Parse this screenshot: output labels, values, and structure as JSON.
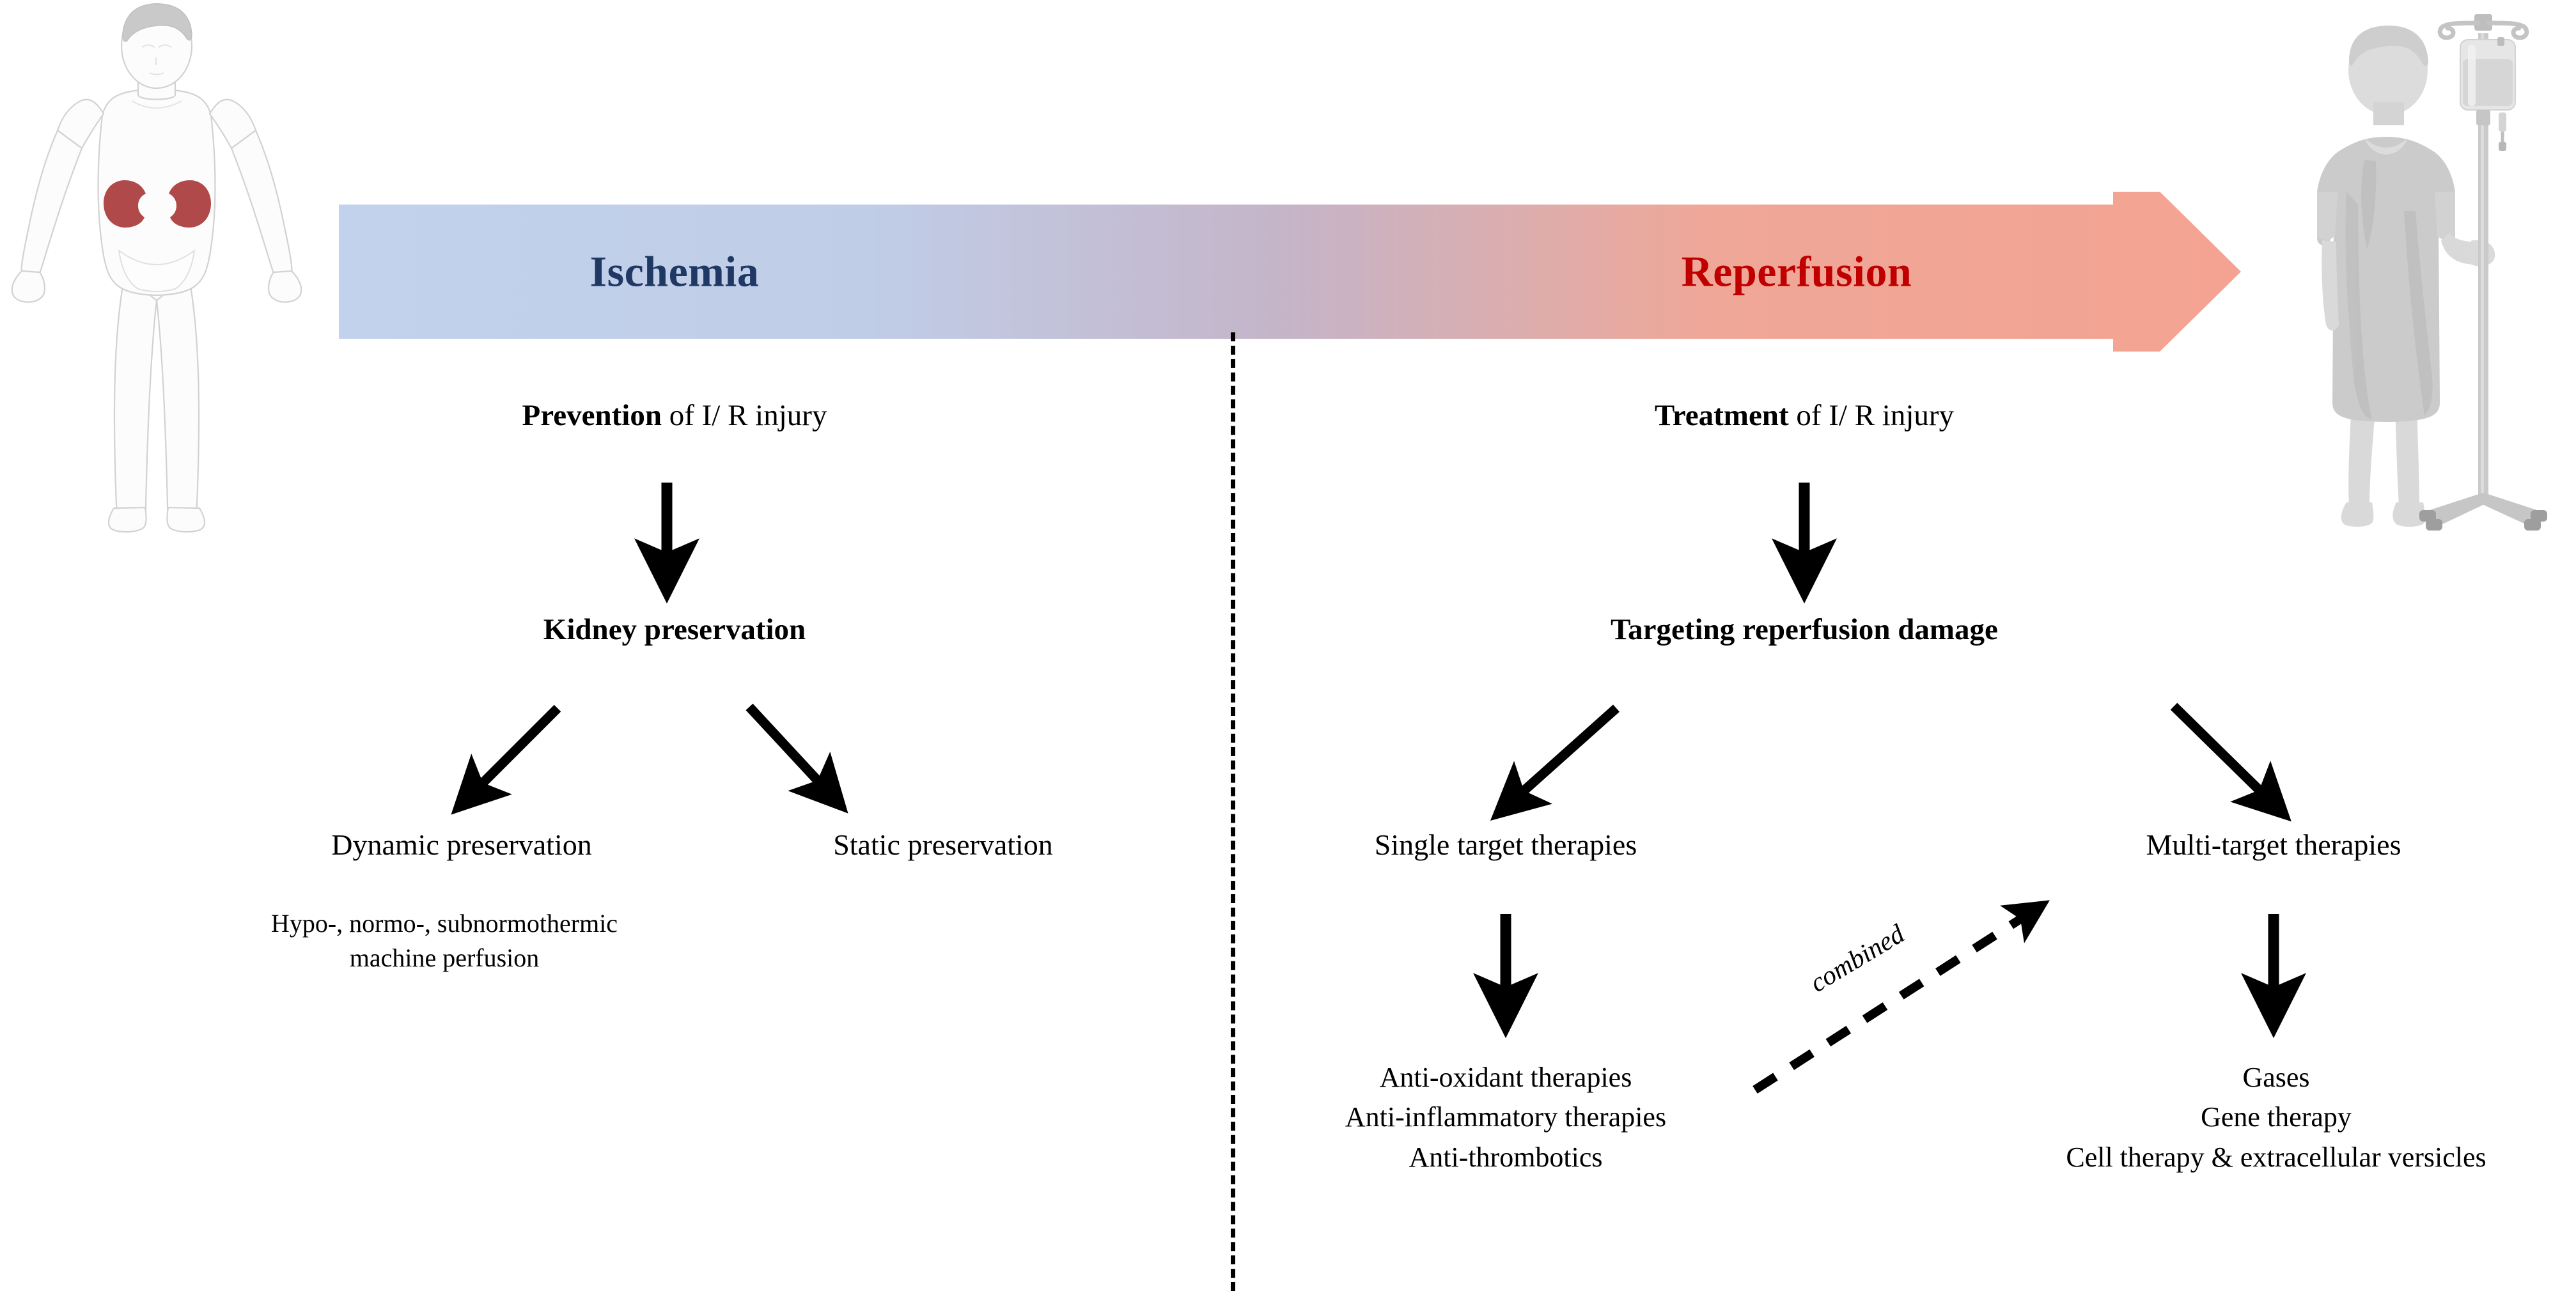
{
  "banner": {
    "ischemia_label": "Ischemia",
    "reperfusion_label": "Reperfusion",
    "ischemia_color": "#1F3864",
    "reperfusion_color": "#C00000",
    "gradient_start": "#C2D2EC",
    "gradient_mid": "#C5B4C8",
    "gradient_end": "#F4A392"
  },
  "left_branch": {
    "heading_bold": "Prevention",
    "heading_rest": " of I/ R injury",
    "subheading": "Kidney preservation",
    "leaf_dynamic": "Dynamic preservation",
    "leaf_static": "Static preservation",
    "detail_line1": "Hypo-, normo-, subnormothermic",
    "detail_line2": "machine perfusion"
  },
  "right_branch": {
    "heading_bold": "Treatment",
    "heading_rest": " of I/ R injury",
    "subheading": "Targeting reperfusion damage",
    "leaf_single": "Single target therapies",
    "leaf_multi": "Multi-target therapies",
    "single_list": [
      "Anti-oxidant therapies",
      "Anti-inflammatory therapies",
      "Anti-thrombotics"
    ],
    "multi_list": [
      "Gases",
      "Gene therapy",
      "Cell therapy & extracellular versicles"
    ],
    "combined_label": "combined"
  },
  "figures": {
    "left_figure_name": "human-body-with-kidneys-illustration",
    "right_figure_name": "patient-with-iv-drip-illustration",
    "kidney_color": "#B04A4A",
    "body_outline_color": "#D8D8D8",
    "patient_gown_color": "#CFCFCF"
  }
}
